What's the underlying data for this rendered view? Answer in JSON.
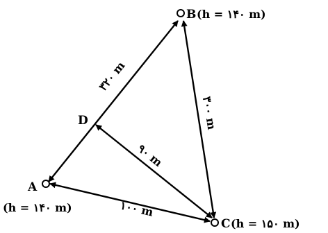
{
  "points": {
    "A": {
      "name": "A",
      "height_label": "(h = ۱۴۰ m)"
    },
    "B": {
      "name": "B",
      "height_label": "(h = ۱۴۰ m)"
    },
    "C": {
      "name": "C",
      "height_label": "(h = ۱۵۰ m)"
    },
    "D": {
      "name": "D"
    }
  },
  "distances": {
    "AB": "۳۲۰ m",
    "BC": "۳۰۰ m",
    "DC": "۹۰ m",
    "AC": "۱۰۰ m"
  }
}
